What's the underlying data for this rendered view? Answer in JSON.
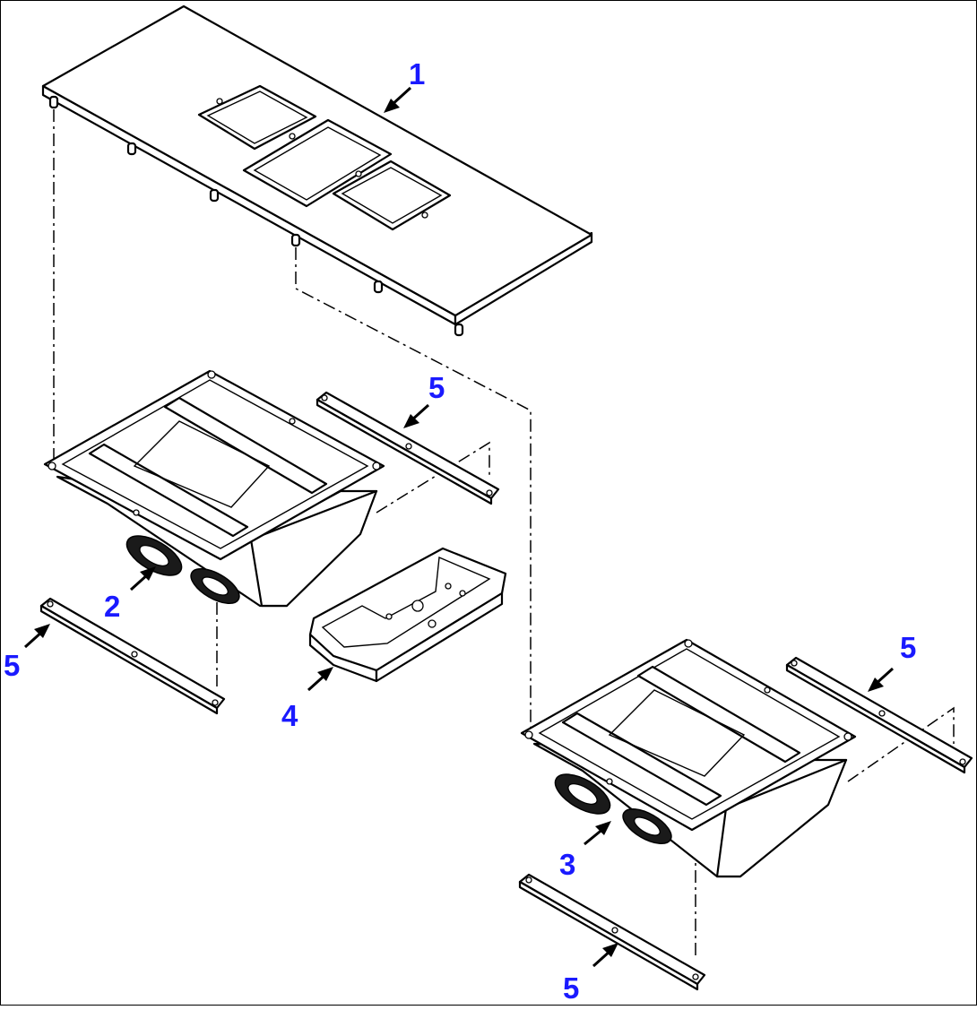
{
  "diagram": {
    "callouts": [
      {
        "id": "1",
        "text": "1"
      },
      {
        "id": "2",
        "text": "2"
      },
      {
        "id": "3",
        "text": "3"
      },
      {
        "id": "4",
        "text": "4"
      },
      {
        "id": "5a",
        "text": "5"
      },
      {
        "id": "5b",
        "text": "5"
      },
      {
        "id": "5c",
        "text": "5"
      },
      {
        "id": "5d",
        "text": "5"
      }
    ],
    "callout_color": "#1a1aff",
    "line_color": "#000000"
  }
}
